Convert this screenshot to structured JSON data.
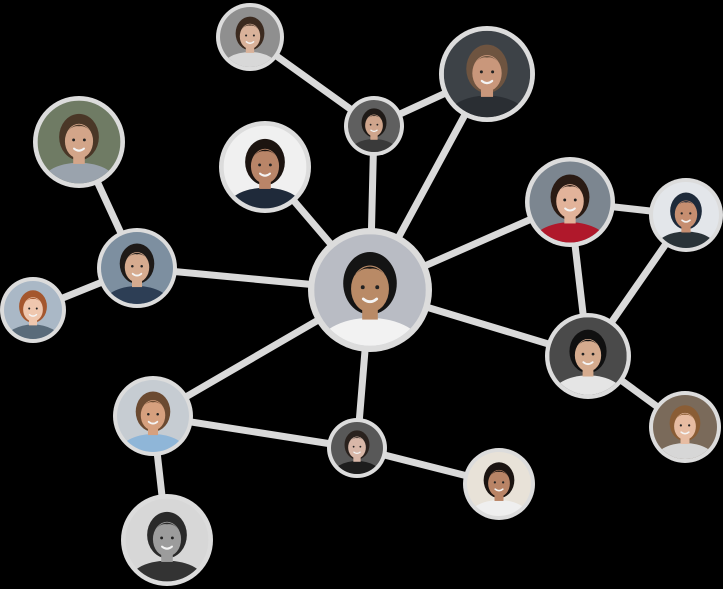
{
  "diagram": {
    "type": "social-network",
    "colors": {
      "background": "#000000",
      "edge": "#d9d9d9",
      "ring": "#dcdcdc"
    },
    "nodes": [
      {
        "id": "center",
        "role": "central-person",
        "palette": {
          "bg": "#b9bcc4",
          "hair": "#141414",
          "skin": "#b98a66",
          "shirt": "#f2f2f2"
        }
      },
      {
        "id": "top-left-woman",
        "palette": {
          "bg": "#8f8f8f",
          "hair": "#3b2a1f",
          "skin": "#d9b29a",
          "shirt": "#d8d8d8"
        }
      },
      {
        "id": "small-woman-top",
        "palette": {
          "bg": "#5f5f5f",
          "hair": "#1f1a17",
          "skin": "#cfa58c",
          "shirt": "#3a3a3a"
        }
      },
      {
        "id": "bearded-man",
        "palette": {
          "bg": "#3d4247",
          "hair": "#6e5440",
          "skin": "#c9977b",
          "shirt": "#2a2e33"
        }
      },
      {
        "id": "smiling-woman",
        "palette": {
          "bg": "#f0f0f0",
          "hair": "#1c1410",
          "skin": "#b98568",
          "shirt": "#1f2a3a"
        }
      },
      {
        "id": "man-top-left",
        "palette": {
          "bg": "#6f7b64",
          "hair": "#4a3727",
          "skin": "#d3a589",
          "shirt": "#9aa3ad"
        }
      },
      {
        "id": "man-blazer",
        "palette": {
          "bg": "#7d8fa0",
          "hair": "#1e1a18",
          "skin": "#d6ab8f",
          "shirt": "#2d3e55"
        }
      },
      {
        "id": "redhead-woman",
        "palette": {
          "bg": "#aab8c6",
          "hair": "#a4572e",
          "skin": "#efc7ae",
          "shirt": "#5a6b7a"
        }
      },
      {
        "id": "woman-red-top",
        "palette": {
          "bg": "#7c8690",
          "hair": "#2a1b14",
          "skin": "#e2b39a",
          "shirt": "#b0182b"
        }
      },
      {
        "id": "man-cap",
        "palette": {
          "bg": "#e3e6ea",
          "hair": "#1e2a3a",
          "skin": "#c68e70",
          "shirt": "#2a3338"
        }
      },
      {
        "id": "asian-man",
        "palette": {
          "bg": "#4a4a4a",
          "hair": "#101010",
          "skin": "#d5ab8e",
          "shirt": "#e5e5e5"
        }
      },
      {
        "id": "blonde-woman",
        "palette": {
          "bg": "#7a6a5a",
          "hair": "#8a5d35",
          "skin": "#e7bca2",
          "shirt": "#d7d7d7"
        }
      },
      {
        "id": "man-glasses",
        "palette": {
          "bg": "#c6ccd2",
          "hair": "#6b4a31",
          "skin": "#d6a07e",
          "shirt": "#8fb6d8"
        }
      },
      {
        "id": "woman-small-bottom",
        "palette": {
          "bg": "#585858",
          "hair": "#2a221e",
          "skin": "#d8b7a8",
          "shirt": "#1d1d1d"
        }
      },
      {
        "id": "man-bottom-right",
        "palette": {
          "bg": "#e8e2d8",
          "hair": "#1b1411",
          "skin": "#b98466",
          "shirt": "#efefef"
        }
      },
      {
        "id": "man-bottom-left",
        "palette": {
          "bg": "#d7d7d7",
          "hair": "#2a2a2a",
          "skin": "#9c9c9c",
          "shirt": "#333333"
        }
      }
    ],
    "edges": [
      [
        "center",
        "small-woman-top"
      ],
      [
        "center",
        "bearded-man"
      ],
      [
        "center",
        "smiling-woman"
      ],
      [
        "center",
        "man-blazer"
      ],
      [
        "center",
        "woman-red-top"
      ],
      [
        "center",
        "asian-man"
      ],
      [
        "center",
        "man-glasses"
      ],
      [
        "center",
        "woman-small-bottom"
      ],
      [
        "small-woman-top",
        "top-left-woman"
      ],
      [
        "small-woman-top",
        "bearded-man"
      ],
      [
        "man-blazer",
        "man-top-left"
      ],
      [
        "man-blazer",
        "redhead-woman"
      ],
      [
        "woman-red-top",
        "man-cap"
      ],
      [
        "woman-red-top",
        "asian-man"
      ],
      [
        "man-cap",
        "asian-man"
      ],
      [
        "asian-man",
        "blonde-woman"
      ],
      [
        "man-glasses",
        "man-bottom-left"
      ],
      [
        "man-glasses",
        "woman-small-bottom"
      ],
      [
        "woman-small-bottom",
        "man-bottom-right"
      ]
    ]
  }
}
